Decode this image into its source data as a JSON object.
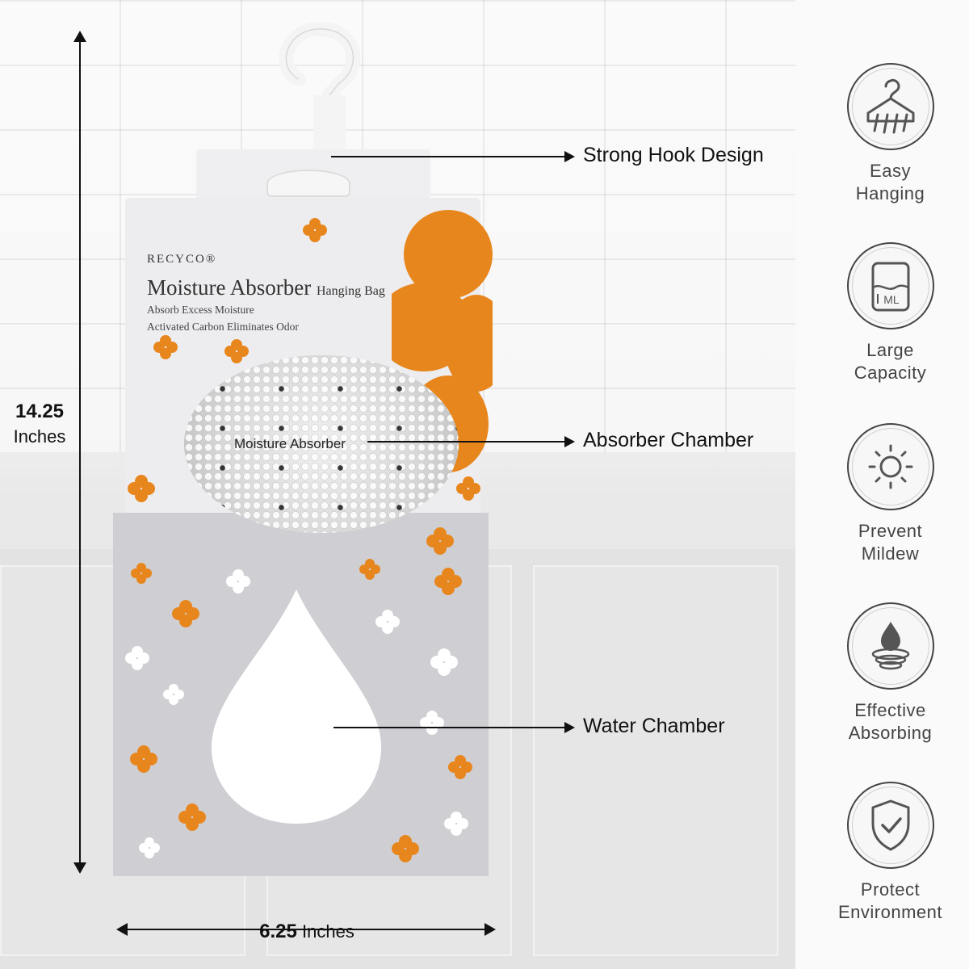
{
  "dimensions": {
    "height": {
      "value": "14.25",
      "unit": "Inches"
    },
    "width": {
      "value": "6.25",
      "unit": "Inches"
    }
  },
  "product": {
    "brand": "RECYCO®",
    "title": "Moisture Absorber",
    "title_suffix": "Hanging Bag",
    "claim_1": "Absorb Excess Moisture",
    "claim_2": "Activated Carbon Eliminates Odor",
    "beads_label": "Moisture Absorber"
  },
  "callouts": [
    {
      "label": "Strong Hook Design"
    },
    {
      "label": "Absorber Chamber"
    },
    {
      "label": "Water Chamber"
    }
  ],
  "features": [
    {
      "icon": "hanger-icon",
      "line1": "Easy",
      "line2": "Hanging"
    },
    {
      "icon": "container-ml-icon",
      "line1": "Large",
      "line2": "Capacity"
    },
    {
      "icon": "sun-icon",
      "line1": "Prevent",
      "line2": "Mildew"
    },
    {
      "icon": "water-drop-icon",
      "line1": "Effective",
      "line2": "Absorbing"
    },
    {
      "icon": "shield-check-icon",
      "line1": "Protect",
      "line2": "Environment"
    }
  ],
  "colors": {
    "accent_orange": "#e8861e",
    "text_dark": "#111111",
    "icon_gray": "#555555"
  },
  "icon_labels": {
    "capacity_unit": "ML"
  }
}
